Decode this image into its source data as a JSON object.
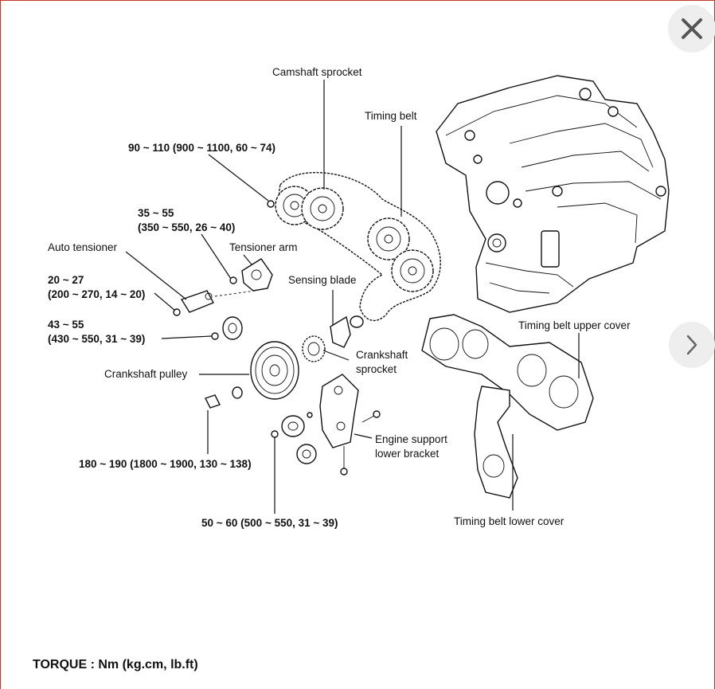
{
  "labels": {
    "camshaft_sprocket": "Camshaft sprocket",
    "timing_belt": "Timing belt",
    "torque_camshaft_bolt": "90 ~ 110 (900 ~ 1100, 60 ~ 74)",
    "torque_tensioner_arm_l1": "35 ~ 55",
    "torque_tensioner_arm_l2": "(350 ~ 550, 26 ~ 40)",
    "auto_tensioner": "Auto tensioner",
    "tensioner_arm": "Tensioner arm",
    "torque_auto_tensioner_l1": "20 ~ 27",
    "torque_auto_tensioner_l2": "(200 ~ 270, 14 ~ 20)",
    "sensing_blade": "Sensing blade",
    "torque_idler_l1": "43 ~ 55",
    "torque_idler_l2": "(430 ~ 550, 31 ~ 39)",
    "timing_belt_upper_cover": "Timing belt upper cover",
    "crankshaft_sprocket_l1": "Crankshaft",
    "crankshaft_sprocket_l2": "sprocket",
    "crankshaft_pulley": "Crankshaft pulley",
    "engine_support_l1": "Engine support",
    "engine_support_l2": "lower bracket",
    "torque_crank_bolt": "180 ~ 190 (1800 ~ 1900, 130 ~ 138)",
    "torque_bracket_bolt": "50 ~ 60 (500 ~ 550, 31 ~ 39)",
    "timing_belt_lower_cover": "Timing belt lower cover",
    "torque_units": "TORQUE : Nm (kg.cm, lb.ft)"
  },
  "controls": {
    "close_icon": "✕",
    "next_icon": "›"
  },
  "colors": {
    "frame_border": "#c0392b",
    "button_bg": "#eeeeee",
    "icon_color": "#555555"
  }
}
